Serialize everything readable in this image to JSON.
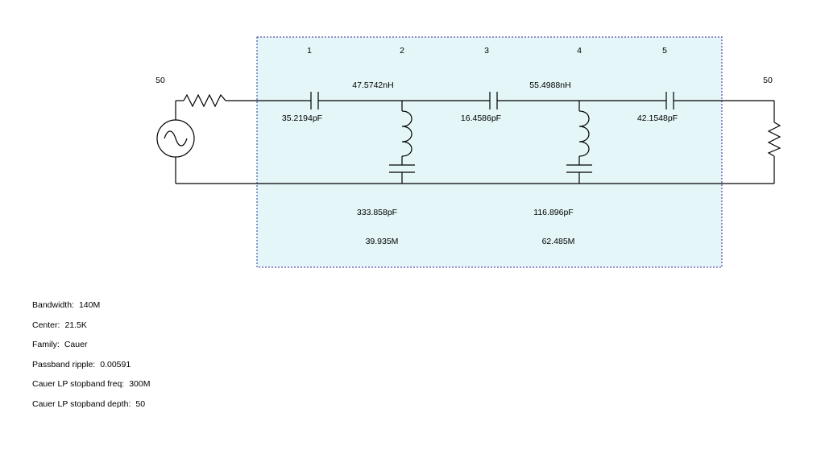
{
  "circuit": {
    "source_impedance": "50",
    "load_impedance": "50",
    "stage_numbers": [
      "1",
      "2",
      "3",
      "4",
      "5"
    ],
    "series_inductors": [
      "47.5742nH",
      "55.4988nH"
    ],
    "series_capacitors": [
      "35.2194pF",
      "16.4586pF",
      "42.1548pF"
    ],
    "shunt_capacitors": [
      "333.858pF",
      "116.896pF"
    ],
    "resonant_frequencies": [
      "39.935M",
      "62.485M"
    ],
    "filter_box_color": "#e4f6f8",
    "filter_box_border_color": "#2a2a9a"
  },
  "parameters": [
    {
      "label": "Bandwidth:",
      "value": "140M"
    },
    {
      "label": "Center:",
      "value": "21.5K"
    },
    {
      "label": "Family:",
      "value": "Cauer"
    },
    {
      "label": "Passband ripple:",
      "value": "0.00591"
    },
    {
      "label": "Cauer LP stopband freq:",
      "value": "300M"
    },
    {
      "label": "Cauer LP stopband depth:",
      "value": "50"
    }
  ]
}
